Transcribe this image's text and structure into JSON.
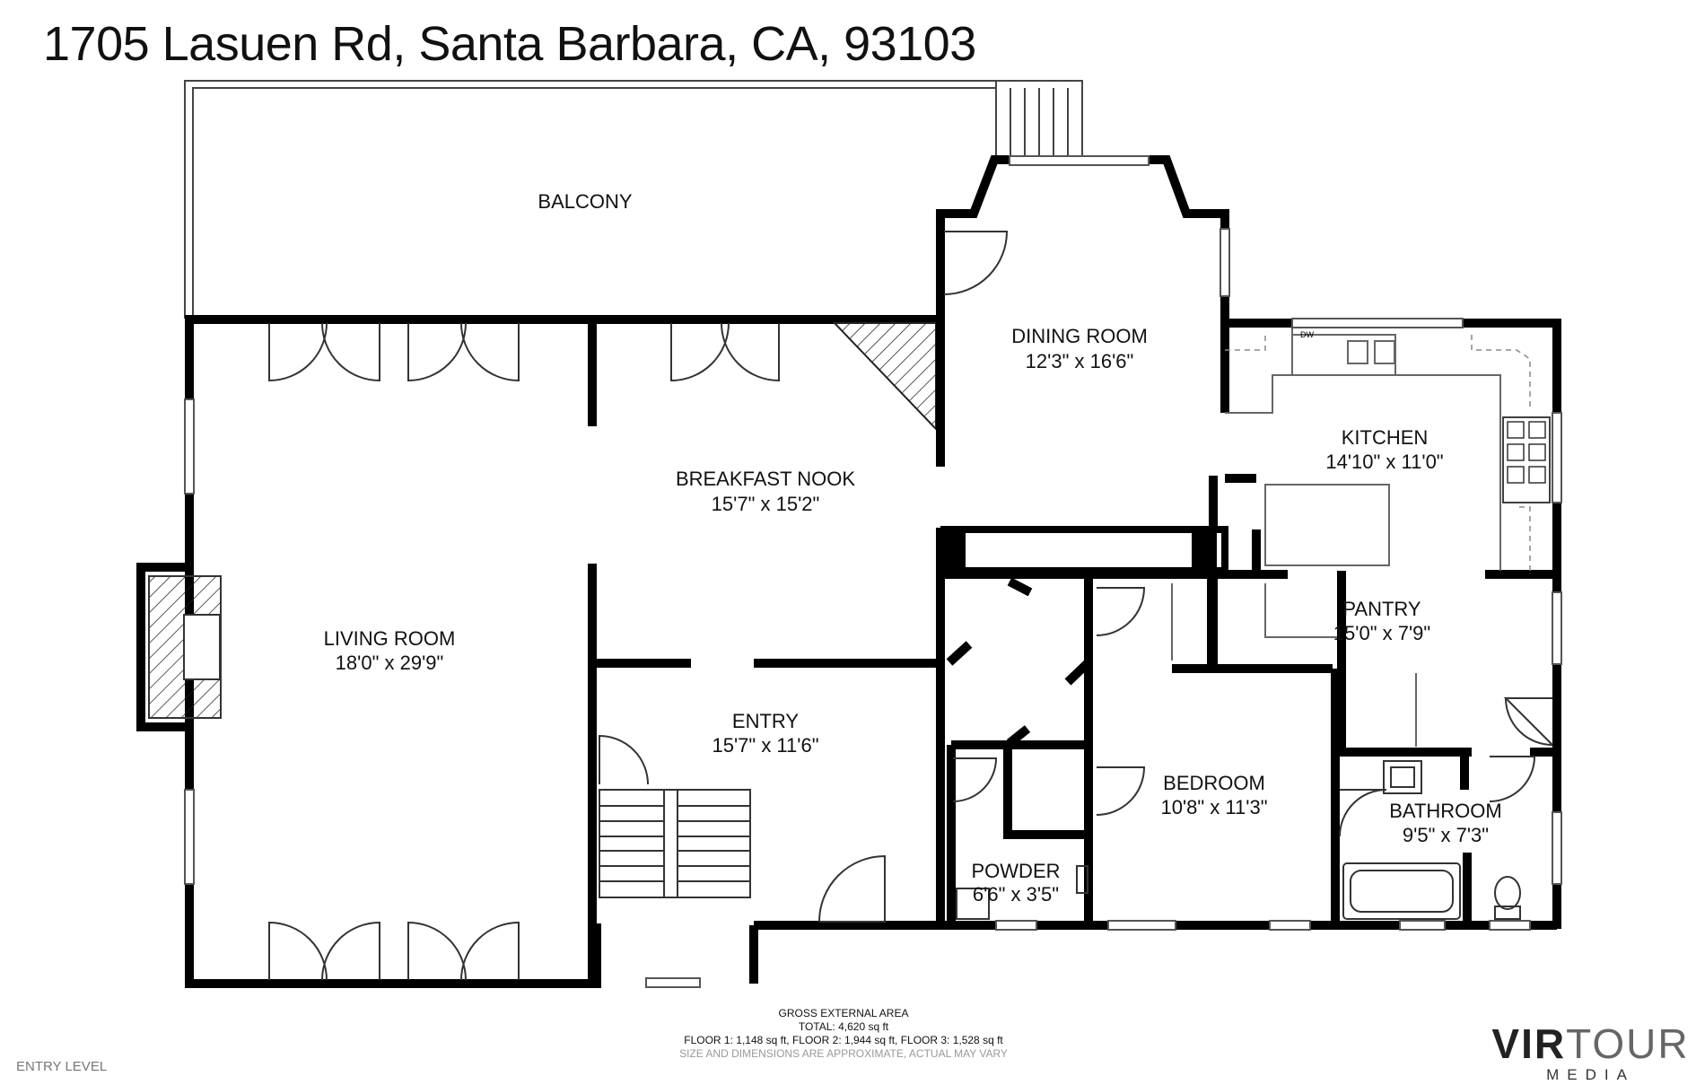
{
  "header": {
    "address": "1705 Lasuen Rd, Santa Barbara, CA, 93103"
  },
  "rooms": {
    "balcony": {
      "name": "BALCONY"
    },
    "dining": {
      "name": "DINING ROOM",
      "dims": "12'3\" x 16'6\""
    },
    "kitchen": {
      "name": "KITCHEN",
      "dims": "14'10\" x 11'0\""
    },
    "nook": {
      "name": "BREAKFAST NOOK",
      "dims": "15'7\" x 15'2\""
    },
    "living": {
      "name": "LIVING ROOM",
      "dims": "18'0\" x 29'9\""
    },
    "pantry": {
      "name": "PANTRY",
      "dims": "15'0\" x 7'9\""
    },
    "entry": {
      "name": "ENTRY",
      "dims": "15'7\" x 11'6\""
    },
    "bedroom": {
      "name": "BEDROOM",
      "dims": "10'8\" x 11'3\""
    },
    "bathroom": {
      "name": "BATHROOM",
      "dims": "9'5\" x 7'3\""
    },
    "powder": {
      "name": "POWDER",
      "dims": "6'6\" x 3'5\""
    }
  },
  "fixtures": {
    "dishwasher": "DW"
  },
  "area_summary": {
    "heading": "GROSS EXTERNAL AREA",
    "total": "TOTAL: 4,620 sq ft",
    "floors": "FLOOR 1: 1,148 sq ft, FLOOR 2: 1,944 sq ft, FLOOR 3: 1,528 sq ft",
    "disclaimer": "SIZE AND DIMENSIONS ARE APPROXIMATE, ACTUAL MAY VARY"
  },
  "level_label": "ENTRY LEVEL",
  "brand": {
    "name_bold": "VIR",
    "name_rest": "TOUR",
    "sub": "MEDIA"
  },
  "colors": {
    "wall": "#000000",
    "line": "#555555",
    "background": "#ffffff"
  }
}
